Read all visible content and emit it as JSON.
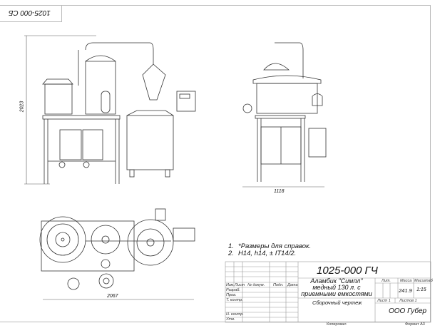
{
  "top_designation": "1025-000 СБ",
  "dimensions": {
    "height": "2023",
    "width_side": "1118",
    "length_plan": "2067"
  },
  "notes": [
    {
      "num": "1.",
      "text": "*Размеры для справок."
    },
    {
      "num": "2.",
      "text": "H14, h14, ± IT14/2."
    }
  ],
  "title_block": {
    "designation": "1025-000 ГЧ",
    "name_lines": [
      "Аламбик \"Симпл\"",
      "медный 130 л. с",
      "приемными емкостями"
    ],
    "doc_type": "Сборочный чертеж",
    "columns": [
      "Изм.",
      "Лист",
      "№ докум.",
      "Подп.",
      "Дата"
    ],
    "roles": [
      "Разраб.",
      "Пров.",
      "Т. контр.",
      "Н. контр.",
      "Утв."
    ],
    "lit_label": "Лит.",
    "mass_label": "Масса",
    "scale_label": "Масштаб",
    "mass": "241.9",
    "scale": "1:15",
    "sheet": "Лист 1",
    "sheets": "Листов 1",
    "company": "ООО Губер"
  },
  "footer": {
    "copied": "Копировал",
    "format": "Формат A3"
  }
}
